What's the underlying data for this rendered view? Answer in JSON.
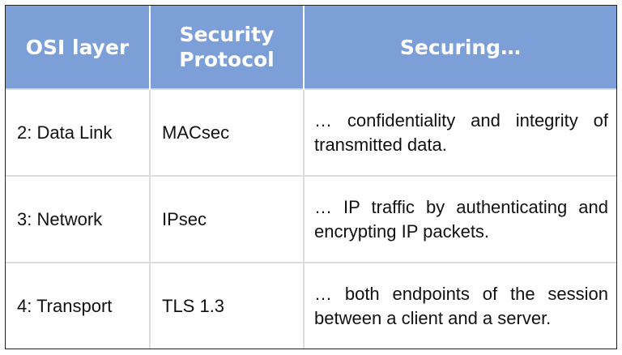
{
  "header": {
    "col1": "OSI layer",
    "col2_line1": "Security",
    "col2_line2": "Protocol",
    "col3": "Securing…"
  },
  "rows": [
    {
      "layer": "2: Data Link",
      "protocol": "MACsec",
      "securing": "… confidentiality and integrity of transmitted data."
    },
    {
      "layer": "3: Network",
      "protocol": "IPsec",
      "securing": "… IP traffic by authenticating and encrypting IP packets."
    },
    {
      "layer": "4: Transport",
      "protocol": "TLS 1.3",
      "securing": "… both endpoints of the session between a client and a server."
    }
  ],
  "colors": {
    "header_bg": "#7b9fd6",
    "header_text": "#ffffff",
    "body_text": "#111111",
    "grid": "#dcdcdc"
  }
}
